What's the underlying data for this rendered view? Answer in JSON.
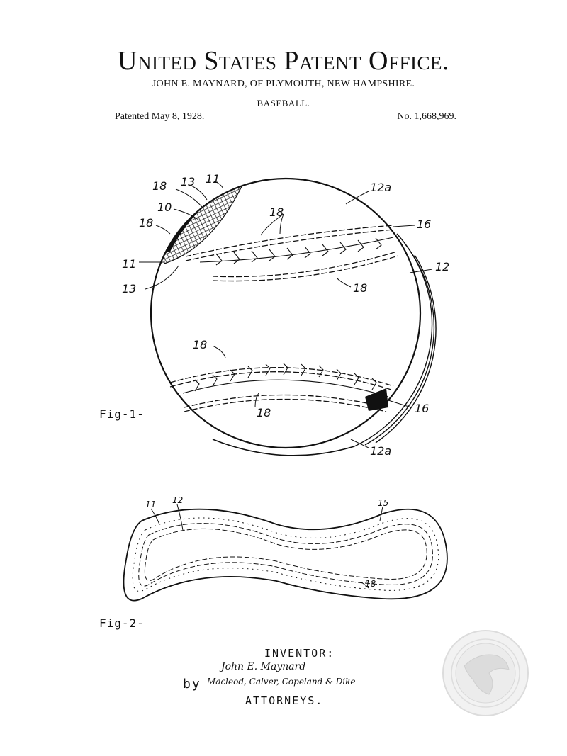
{
  "header": {
    "office_title": "United States Patent Office.",
    "inventor_line": "JOHN E. MAYNARD, OF PLYMOUTH, NEW HAMPSHIRE.",
    "subject": "BASEBALL.",
    "patented_date": "Patented  May 8, 1928.",
    "patent_number": "No. 1,668,969."
  },
  "figures": {
    "fig1_label": "Fig-1-",
    "fig2_label": "Fig-2-",
    "fig1_refs": [
      "18",
      "13",
      "11",
      "10",
      "18",
      "11",
      "13",
      "12a",
      "18",
      "16",
      "12",
      "18",
      "18",
      "18",
      "16",
      "12a"
    ],
    "fig2_refs": [
      "11",
      "12",
      "15",
      "18"
    ]
  },
  "signature_block": {
    "inventor_label": "INVENTOR:",
    "inventor_signature": "John E. Maynard",
    "by_label": "by",
    "attorneys_signature": "Macleod, Calver, Copeland & Dike",
    "attorneys_label": "ATTORNEYS."
  },
  "seal": {
    "description_icon": "eagle-seal-icon",
    "color": "#e6e6e6"
  }
}
